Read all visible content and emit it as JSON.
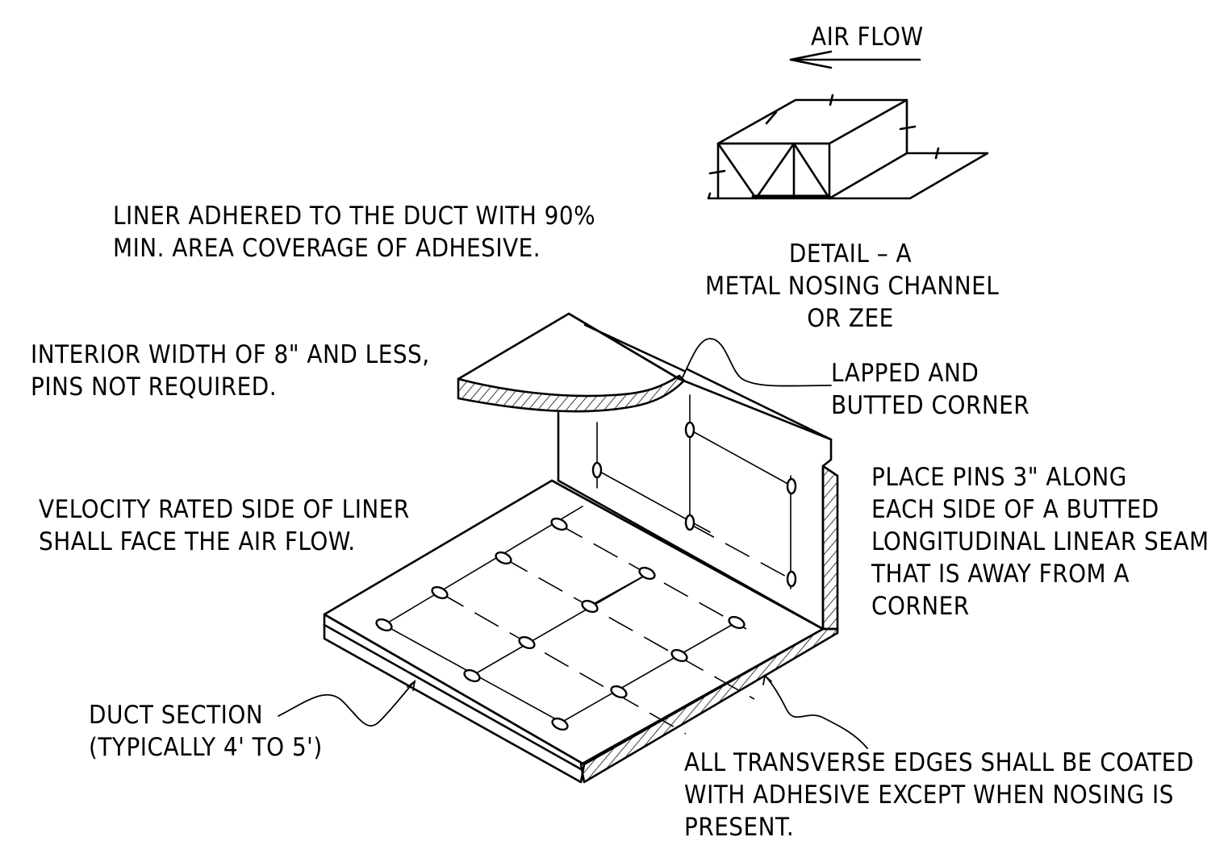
{
  "airflow_label": "AIR FLOW",
  "detail_a": {
    "title": "DETAIL – A",
    "line1": "METAL NOSING CHANNEL",
    "line2": "OR ZEE"
  },
  "notes": {
    "adhesive": [
      "LINER ADHERED TO THE DUCT WITH 90%",
      "MIN. AREA COVERAGE OF ADHESIVE."
    ],
    "interior_width": [
      "INTERIOR WIDTH OF 8\" AND LESS,",
      "PINS NOT REQUIRED."
    ],
    "lapped": [
      "LAPPED AND",
      "BUTTED CORNER"
    ],
    "velocity": [
      "VELOCITY RATED SIDE OF LINER",
      "SHALL FACE THE AIR FLOW."
    ],
    "pins": [
      "PLACE PINS 3\" ALONG",
      "EACH SIDE OF A BUTTED",
      "LONGITUDINAL LINEAR SEAM",
      "THAT IS AWAY FROM A",
      "CORNER"
    ],
    "duct_section": [
      "DUCT SECTION",
      "(TYPICALLY 4' TO 5')"
    ],
    "transverse": [
      "ALL TRANSVERSE EDGES SHALL BE COATED",
      "WITH ADHESIVE EXCEPT WHEN NOSING IS",
      "PRESENT."
    ]
  },
  "colors": {
    "ink": "#000000",
    "paper": "#ffffff"
  }
}
